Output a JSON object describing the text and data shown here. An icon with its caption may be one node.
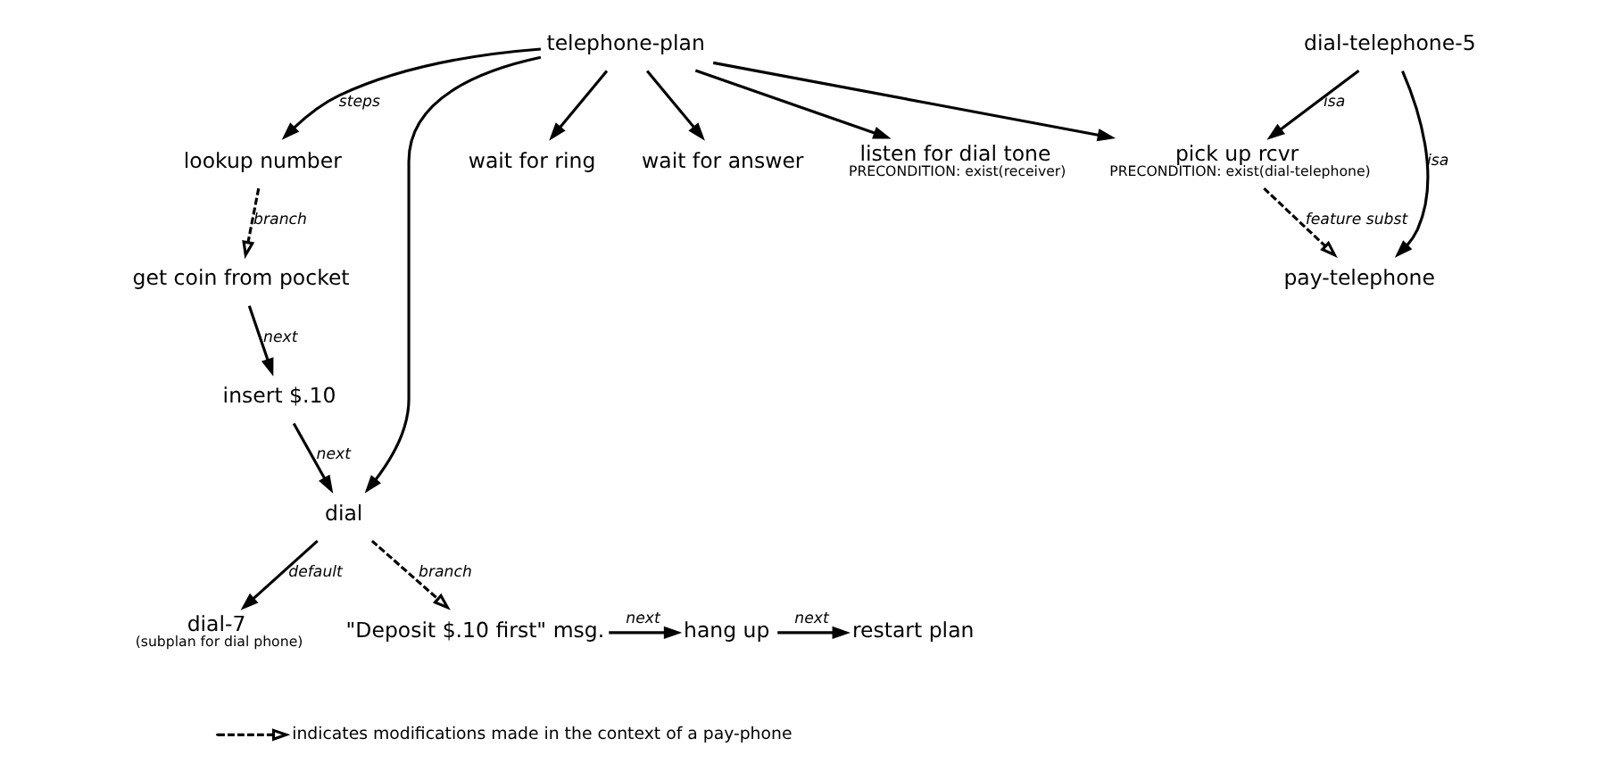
{
  "diagram": {
    "nodes": [
      {
        "text": [
          "telephone-plan"
        ]
      },
      {
        "text": [
          "pick up rcvr",
          "PRECONDITION: exist(dial-telephone)"
        ]
      },
      {
        "text": [
          "listen for dial tone",
          "PRECONDITION: exist(receiver)"
        ]
      },
      {
        "text": [
          "lookup number"
        ]
      },
      {
        "text": [
          "dial"
        ]
      },
      {
        "text": [
          "wait for ring"
        ]
      },
      {
        "text": [
          "wait for answer"
        ]
      },
      {
        "text": [
          "dial-telephone-5"
        ]
      },
      {
        "text": [
          "get coin from pocket"
        ]
      },
      {
        "text": [
          "insert $.10"
        ]
      },
      {
        "text": [
          "pay-telephone"
        ]
      },
      {
        "text": [
          "dial-7",
          "(subplan for dial phone)"
        ]
      },
      {
        "text": [
          "\"Deposit $.10 first\" msg."
        ]
      },
      {
        "text": [
          "hang up"
        ]
      },
      {
        "text": [
          "restart plan"
        ]
      }
    ],
    "edges": [
      {
        "from": 0,
        "to": 1,
        "arrow": "to"
      },
      {
        "from": 0,
        "to": 2,
        "arrow": "to"
      },
      {
        "from": 0,
        "to": 3,
        "arrow": "to",
        "label": "steps"
      },
      {
        "from": 0,
        "to": 4,
        "arrow": "to"
      },
      {
        "from": 0,
        "to": 5,
        "arrow": "to"
      },
      {
        "from": 0,
        "to": 6,
        "arrow": "to"
      },
      {
        "from": 7,
        "to": 1,
        "arrow": "to",
        "label": "isa"
      },
      {
        "from": 7,
        "to": 10,
        "arrow": "to",
        "label": "isa"
      },
      {
        "from": 1,
        "to": 10,
        "arrow": "to",
        "label": "feature subst",
        "style": "dashed"
      },
      {
        "from": 3,
        "to": 8,
        "arrow": "to",
        "label": "branch",
        "style": "dashed"
      },
      {
        "from": 8,
        "to": 9,
        "arrow": "to",
        "label": "next"
      },
      {
        "from": 9,
        "to": 4,
        "arrow": "to",
        "label": "next"
      },
      {
        "from": 4,
        "to": 11,
        "arrow": "to",
        "label": "default"
      },
      {
        "from": 4,
        "to": 12,
        "arrow": "to",
        "label": "branch",
        "style": "dashed"
      },
      {
        "from": 12,
        "to": 13,
        "arrow": "to",
        "label": "next"
      },
      {
        "from": 13,
        "to": 14,
        "arrow": "to",
        "label": "next"
      }
    ],
    "legend": [
      {
        "text": "indicates modifications made in the context of a pay-phone"
      }
    ]
  }
}
